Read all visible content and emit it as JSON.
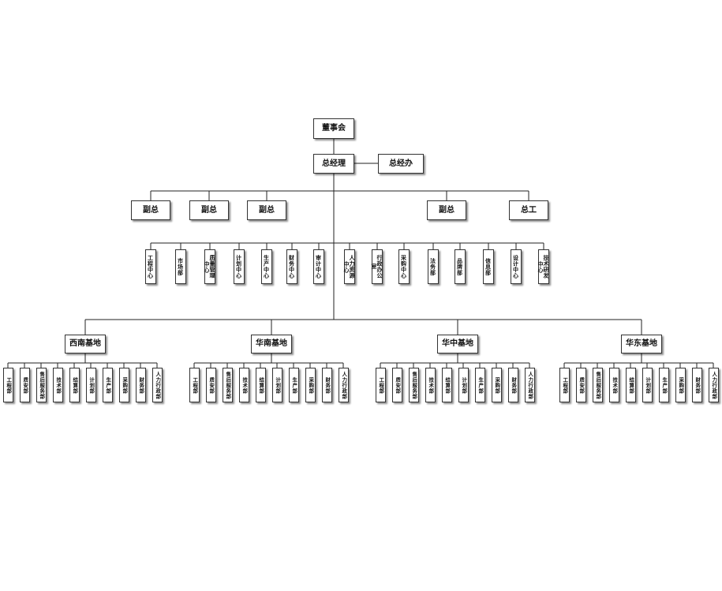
{
  "board": "董事会",
  "gm": "总经理",
  "gm_office": "总经办",
  "vps": [
    "副总",
    "副总",
    "副总",
    "副总",
    "总工"
  ],
  "centers": [
    "工程中心",
    "市场部",
    "质量管理中心",
    "计划中心",
    "生产中心",
    "财务中心",
    "审计中心",
    "人力资源中心",
    "行政办公室",
    "采购中心",
    "法务部",
    "品牌部",
    "信息部",
    "设计中心",
    "技术研发中心"
  ],
  "bases": [
    {
      "name": "西南基地",
      "depts": [
        "工程部",
        "质安部",
        "售后服务部",
        "技术部",
        "结算部",
        "计划部",
        "生产部",
        "采购部",
        "财务部",
        "人力行政部"
      ]
    },
    {
      "name": "华南基地",
      "depts": [
        "工程部",
        "质安部",
        "售后服务部",
        "技术部",
        "结算部",
        "计划部",
        "生产部",
        "采购部",
        "财务部",
        "人力行政部"
      ]
    },
    {
      "name": "华中基地",
      "depts": [
        "工程部",
        "质安部",
        "售后服务部",
        "技术部",
        "结算部",
        "计划部",
        "生产部",
        "采购部",
        "财务部",
        "人力行政部"
      ]
    },
    {
      "name": "华东基地",
      "depts": [
        "工程部",
        "质安部",
        "售后服务部",
        "技术部",
        "结算部",
        "计划部",
        "生产部",
        "采购部",
        "财务部",
        "人力行政部"
      ]
    }
  ]
}
